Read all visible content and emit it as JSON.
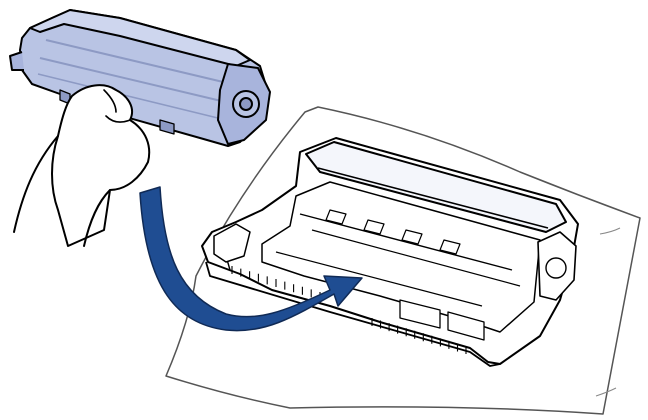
{
  "figure": {
    "caption": "",
    "illustration_parts": {
      "toner_cartridge": "toner-cartridge",
      "hand": "hand",
      "drum_unit": "drum-unit",
      "sheet": "protective-sheet",
      "arrow": "insertion-arrow"
    }
  },
  "colors": {
    "cartridge_fill": "#b9c4e4",
    "cartridge_dark": "#8d9ac4",
    "drum_fill": "#ffffff",
    "outline": "#000000",
    "arrow": "#1f4d92",
    "sheet_outline": "#555555"
  }
}
